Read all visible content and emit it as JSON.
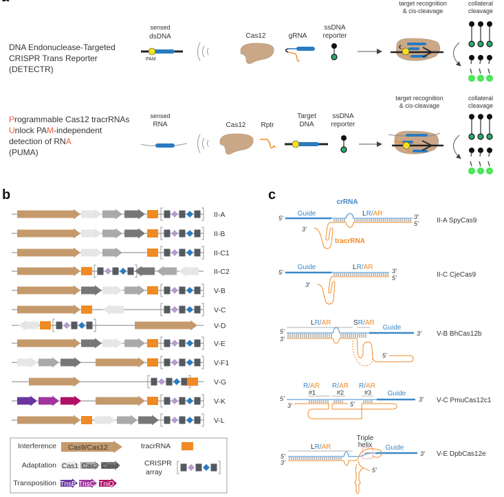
{
  "colors": {
    "cas_tan": "#c49a6c",
    "tracr_orange": "#f08a24",
    "crispr_dark": "#555a60",
    "spacer_purple": "#b49ccc",
    "spacer_blue": "#2a7bc0",
    "cas1_light": "#e6e6e6",
    "cas2_mid": "#aaaaaa",
    "cas4_dark": "#777777",
    "tnsB": "#6a35a0",
    "tnsC": "#a0359c",
    "tniQ": "#b01068",
    "guide_blue": "#3a87c8",
    "highlight_red": "#f05a3a",
    "reporter_green": "#2eaa6e",
    "glow_green": "#44ee55",
    "pam_yellow": "#f5e020"
  },
  "panel_a": {
    "label": "a",
    "row1": {
      "title_lines": [
        "DNA Endonuclease-Targeted",
        "CRISPR Trans Reporter",
        "(DETECTR)"
      ],
      "sensed_label": [
        "sensed",
        "dsDNA"
      ],
      "pam_label": "PAM",
      "cas_label": "Cas12",
      "grna_label": "gRNA",
      "reporter_label": [
        "ssDNA",
        "reporter"
      ],
      "recognition_label": [
        "target recognition",
        "& cis-cleavage"
      ],
      "collateral_label": [
        "collateral",
        "cleavage"
      ]
    },
    "row2": {
      "title_parts": [
        [
          {
            "h": "P"
          },
          {
            "t": "rogrammable Cas12 tracrRNAs"
          }
        ],
        [
          {
            "h": "U"
          },
          {
            "t": "nlock PA"
          },
          {
            "h": "M"
          },
          {
            "t": "-independent"
          }
        ],
        [
          {
            "t": "detection of RN"
          },
          {
            "h": "A"
          }
        ],
        [
          {
            "t": "(PUMA)"
          }
        ]
      ],
      "sensed_label": [
        "sensed",
        "RNA"
      ],
      "cas_label": "Cas12",
      "rptr_label": "Rptr",
      "target_label": [
        "Target",
        "DNA"
      ],
      "reporter_label": [
        "ssDNA",
        "reporter"
      ],
      "recognition_label": [
        "target recognition",
        "& cis-cleavage"
      ],
      "collateral_label": [
        "collateral",
        "cleavage"
      ]
    }
  },
  "panel_b": {
    "label": "b",
    "rows": [
      {
        "name": "II-A"
      },
      {
        "name": "II-B"
      },
      {
        "name": "II-C1"
      },
      {
        "name": "II-C2"
      },
      {
        "name": "V-B"
      },
      {
        "name": "V-C"
      },
      {
        "name": "V-D"
      },
      {
        "name": "V-E"
      },
      {
        "name": "V-F1"
      },
      {
        "name": "V-G"
      },
      {
        "name": "V-K"
      },
      {
        "name": "V-L"
      }
    ],
    "legend": {
      "interference_label": "Interference",
      "interference_gene": "Cas9/Cas12",
      "adaptation_label": "Adaptation",
      "adaptation_genes": [
        "Cas1",
        "Cas2",
        "Cas4"
      ],
      "transposition_label": "Transposition",
      "transposition_genes": [
        "TnsB",
        "TnsC",
        "TniQ"
      ],
      "tracr_label": "tracrRNA",
      "crispr_label": [
        "CRISPR",
        "array"
      ]
    }
  },
  "panel_c": {
    "label": "c",
    "crrna_label": "crRNA",
    "tracrrna_label": "tracrRNA",
    "guide_label": "Guide",
    "five_prime": "5'",
    "three_prime": "3'",
    "lr": "L",
    "r": "R",
    "slash": "/",
    "ar": "AR",
    "s": "S",
    "repeat_nums": [
      "#1",
      "#2",
      "#3"
    ],
    "triple_helix": [
      "Triple",
      "helix"
    ],
    "systems": [
      {
        "name": "II-A SpyCas9"
      },
      {
        "name": "II-C CjeCas9"
      },
      {
        "name": "V-B BhCas12b"
      },
      {
        "name": "V-C PmuCas12c1"
      },
      {
        "name": "V-E DpbCas12e"
      }
    ]
  }
}
